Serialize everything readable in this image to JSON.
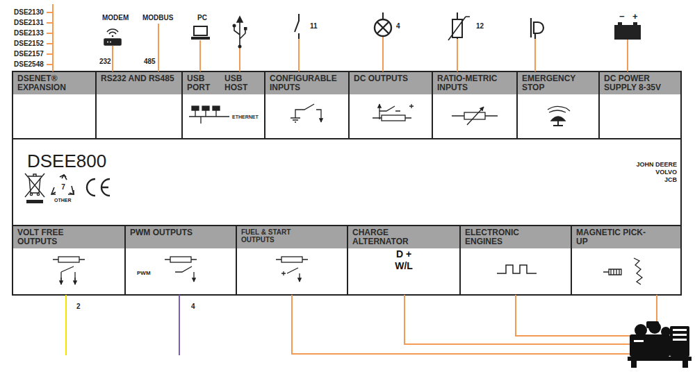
{
  "diagram": {
    "nodes": [
      {
        "text": [
          "DSENET® EXPANSION"
        ]
      },
      {
        "text": [
          "RS232 AND RS485"
        ]
      },
      {
        "text": [
          "USB PORT",
          "USB HOST",
          "ETHERNET"
        ]
      },
      {
        "text": [
          "CONFIGURABLE INPUTS"
        ]
      },
      {
        "text": [
          "DC OUTPUTS"
        ]
      },
      {
        "text": [
          "RATIO-METRIC INPUTS"
        ]
      },
      {
        "text": [
          "EMERGENCY STOP"
        ]
      },
      {
        "text": [
          "DC POWER SUPPLY 8-35V"
        ]
      },
      {
        "text": [
          "DSEE800",
          "7",
          "OTHER",
          "JOHN DEERE",
          "VOLVO",
          "JCB"
        ]
      },
      {
        "text": [
          "VOLT FREE OUTPUTS"
        ]
      },
      {
        "text": [
          "PWM OUTPUTS",
          "PWM"
        ]
      },
      {
        "text": [
          "FUEL & START OUTPUTS"
        ]
      },
      {
        "text": [
          "CHARGE ALTERNATOR",
          "D +",
          "W/L"
        ]
      },
      {
        "text": [
          "ELECTRONIC ENGINES"
        ]
      },
      {
        "text": [
          "MAGNETIC PICK-UP"
        ]
      }
    ],
    "labels": [
      "DSE2130",
      "DSE2131",
      "DSE2133",
      "DSE2152",
      "DSE2157",
      "DSE2548",
      "MODEM",
      "MODBUS",
      "PC",
      "232",
      "485",
      "11",
      "4",
      "12",
      "−",
      "+",
      "2",
      "4"
    ]
  }
}
